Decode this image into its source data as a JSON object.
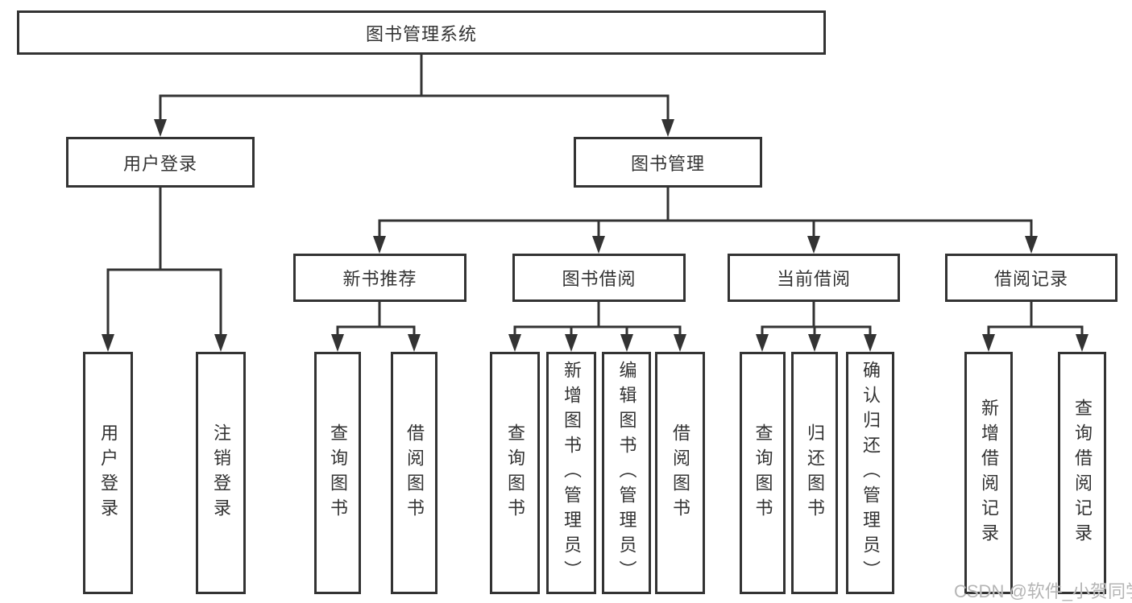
{
  "diagram": {
    "type": "hierarchy-tree",
    "watermark": "CSDN @软件_小贺同学",
    "colors": {
      "line": "#333333",
      "box_border": "#333333",
      "box_fill": "#ffffff",
      "text": "#333333",
      "watermark": "#b5b5b5"
    },
    "nodes": {
      "root": {
        "label": "图书管理系统"
      },
      "user_login": {
        "label": "用户登录"
      },
      "book_management": {
        "label": "图书管理"
      },
      "new_book_recommend": {
        "label": "新书推荐"
      },
      "book_borrow": {
        "label": "图书借阅"
      },
      "current_borrow": {
        "label": "当前借阅"
      },
      "borrow_records": {
        "label": "借阅记录"
      },
      "leaf_user_login": {
        "label": "用户登录"
      },
      "leaf_logout": {
        "label": "注销登录"
      },
      "leaf_nb_query_book": {
        "label": "查询图书"
      },
      "leaf_nb_borrow_book": {
        "label": "借阅图书"
      },
      "leaf_bb_query_book": {
        "label": "查询图书"
      },
      "leaf_bb_add_book": {
        "label": "新增图书（管理员）"
      },
      "leaf_bb_edit_book": {
        "label": "编辑图书（管理员）"
      },
      "leaf_bb_borrow_book": {
        "label": "借阅图书"
      },
      "leaf_cb_query_book": {
        "label": "查询图书"
      },
      "leaf_cb_return_book": {
        "label": "归还图书"
      },
      "leaf_cb_confirm_return": {
        "label": "确认归还（管理员）"
      },
      "leaf_br_add_record": {
        "label": "新增借阅记录"
      },
      "leaf_br_query_record": {
        "label": "查询借阅记录"
      }
    }
  }
}
